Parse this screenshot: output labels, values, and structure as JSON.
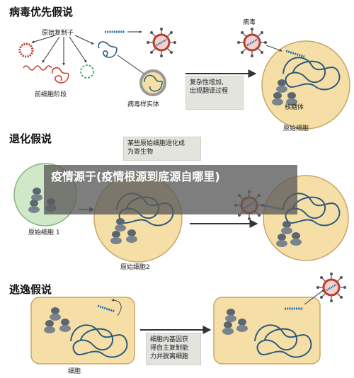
{
  "sections": {
    "virus_first": "病毒优先假说",
    "regression": "退化假说",
    "escape": "逃逸假说"
  },
  "labels": {
    "protogene": "原始复制子",
    "precell_stage": "前细胞阶段",
    "virus_like_entity": "病毒样实体",
    "virus": "病毒",
    "ribosome": "核糖体",
    "primitive_cell": "原始细胞",
    "primitive_cell_1": "原始细胞 1",
    "primitive_cell_2": "原始细胞2",
    "cell": "细胞"
  },
  "notes": {
    "complexity": [
      "复杂性增加,",
      "出现翻译过程"
    ],
    "regression": [
      "某些原始细胞退化成",
      "为寄生物"
    ],
    "escape": [
      "细胞内基因获",
      "得自主复制能",
      "力并脱离细胞"
    ]
  },
  "overlay": {
    "title": "疫情源于(疫情根源到底源自哪里)"
  },
  "colors": {
    "cell_fill": "#f6dfa6",
    "cell_stroke": "#c9a56a",
    "green_cell": "#cfe9c8",
    "virus_red": "#c0392b",
    "dna_blue": "#2a6fb0",
    "arrow": "#333333",
    "note_bg": "#e4e4df"
  }
}
